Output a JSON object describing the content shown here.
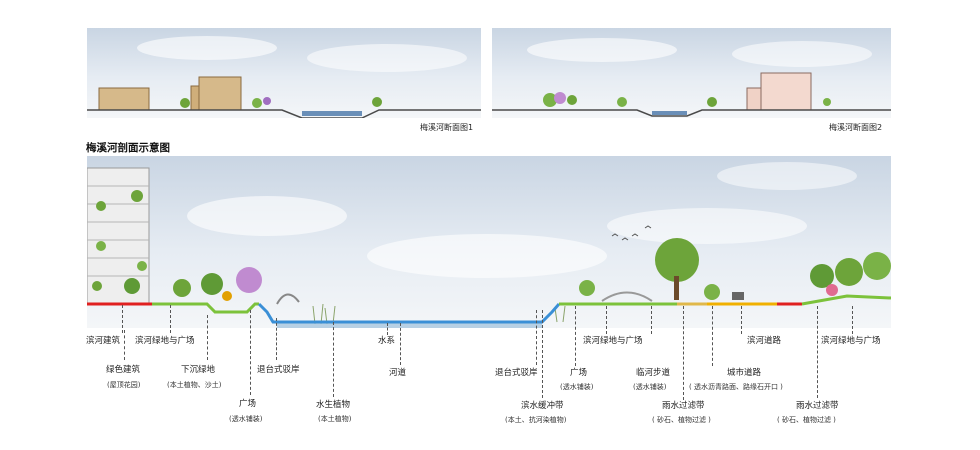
{
  "top_sections": [
    {
      "caption": "梅溪河断面图1"
    },
    {
      "caption": "梅溪河断面图2"
    }
  ],
  "main_title": "梅溪河剖面示意图",
  "colors": {
    "sky_top": "#c9d5e3",
    "water_line": "#3a8fd6",
    "green_line": "#7cc23b",
    "red_line": "#e02020",
    "yellow_line": "#f0b000",
    "building_tan": "#d6b98a",
    "building_pink": "#f3d9cf"
  },
  "labels": [
    {
      "name": "滨河建筑",
      "sub": ""
    },
    {
      "name": "绿色建筑",
      "sub": "(屋顶花园)"
    },
    {
      "name": "滨河绿地与广场",
      "sub": ""
    },
    {
      "name": "下沉绿地",
      "sub": "(本土植物、沙土)"
    },
    {
      "name": "广场",
      "sub": "(透水铺装)"
    },
    {
      "name": "退台式驳岸",
      "sub": ""
    },
    {
      "name": "水生植物",
      "sub": "(本土植物)"
    },
    {
      "name": "水系",
      "sub": ""
    },
    {
      "name": "河道",
      "sub": ""
    },
    {
      "name": "退台式驳岸",
      "sub": ""
    },
    {
      "name": "滨水缓冲带",
      "sub": "(本土、抗河染植物)"
    },
    {
      "name": "广场",
      "sub": "(透水铺装)"
    },
    {
      "name": "滨河绿地与广场",
      "sub": ""
    },
    {
      "name": "临河步道",
      "sub": "(透水铺装)"
    },
    {
      "name": "雨水过滤带",
      "sub": "( 砂石、植物过滤 )"
    },
    {
      "name": "滨河道路",
      "sub": ""
    },
    {
      "name": "城市道路",
      "sub": "( 透水沥青路面、路缘石开口 )"
    },
    {
      "name": "滨河绿地与广场",
      "sub": ""
    },
    {
      "name": "雨水过滤带",
      "sub": "( 砂石、植物过滤 )"
    }
  ]
}
